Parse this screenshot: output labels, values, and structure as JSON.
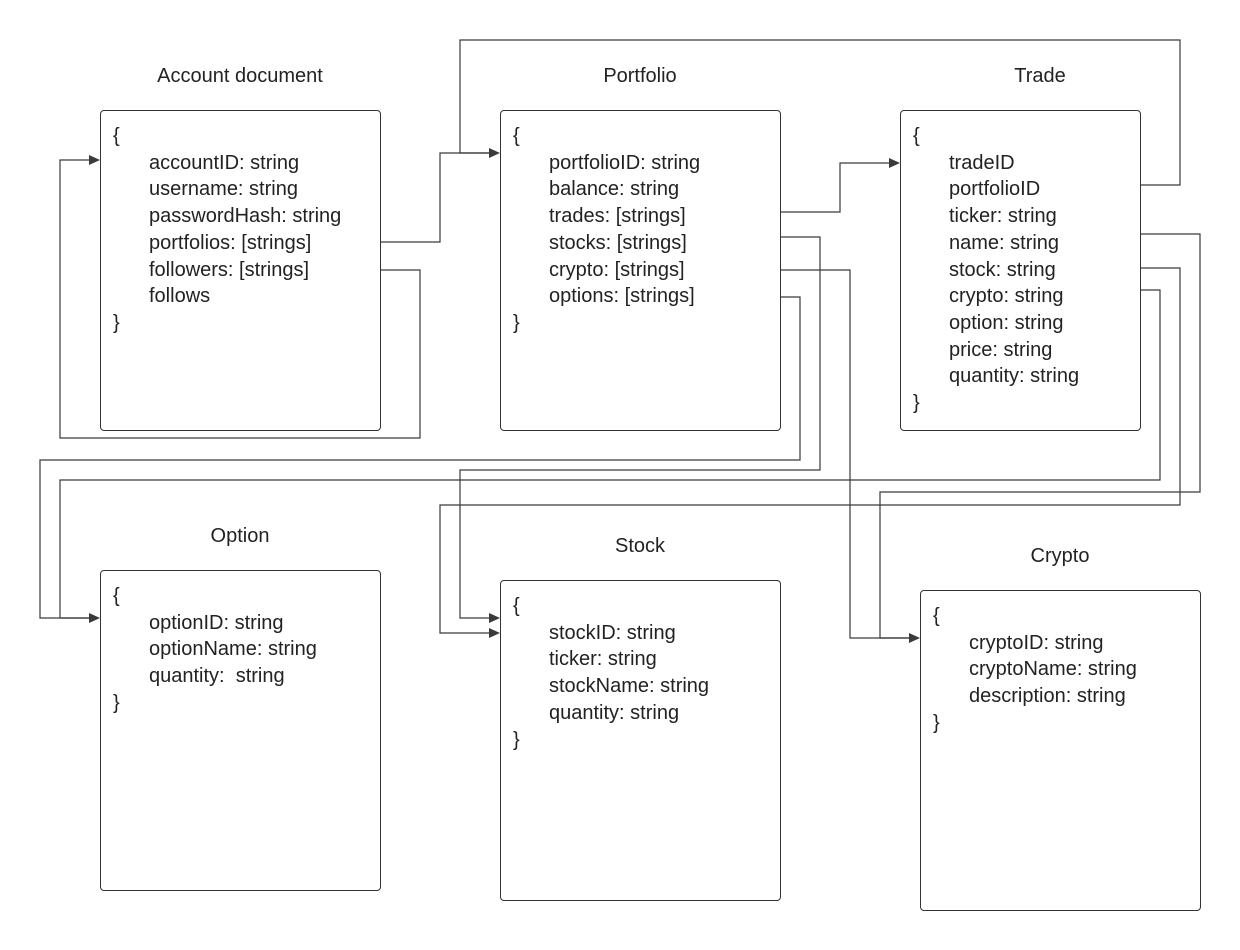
{
  "brace_open": "{",
  "brace_close": "}",
  "entities": {
    "account": {
      "title": "Account document",
      "fields": [
        "accountID: string",
        "username: string",
        "passwordHash: string",
        "portfolios: [strings]",
        "followers: [strings]",
        "follows"
      ]
    },
    "portfolio": {
      "title": "Portfolio",
      "fields": [
        "portfolioID: string",
        "balance: string",
        "trades: [strings]",
        "stocks: [strings]",
        "crypto: [strings]",
        "options: [strings]"
      ]
    },
    "trade": {
      "title": "Trade",
      "fields": [
        "tradeID",
        "portfolioID",
        "ticker: string",
        "name: string",
        "stock: string",
        "crypto: string",
        "option: string",
        "price: string",
        "quantity: string"
      ]
    },
    "option": {
      "title": "Option",
      "fields": [
        "optionID: string",
        "optionName: string",
        "quantity:  string"
      ]
    },
    "stock": {
      "title": "Stock",
      "fields": [
        "stockID: string",
        "ticker: string",
        "stockName: string",
        "quantity: string"
      ]
    },
    "crypto": {
      "title": "Crypto",
      "fields": [
        "cryptoID: string",
        "cryptoName: string",
        "description: string"
      ]
    }
  }
}
